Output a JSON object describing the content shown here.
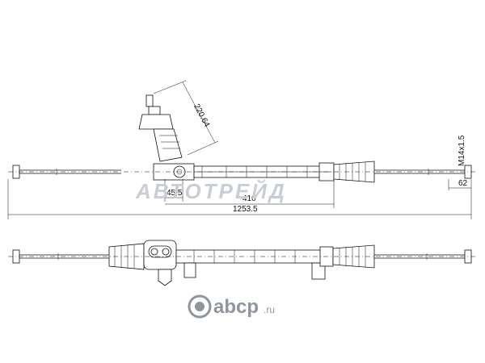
{
  "dimensions": {
    "overall_length": "1253.5",
    "rack_length": "410",
    "offset": "45.5",
    "shaft_length": "220.64",
    "thread": "M14x1.5",
    "end_length": "62"
  },
  "watermark": "АВТОТРЕЙД",
  "logo": {
    "brand": "abcp",
    "domain": ".ru",
    "icon": "abcp-ring-icon",
    "color": "#8f959c"
  }
}
